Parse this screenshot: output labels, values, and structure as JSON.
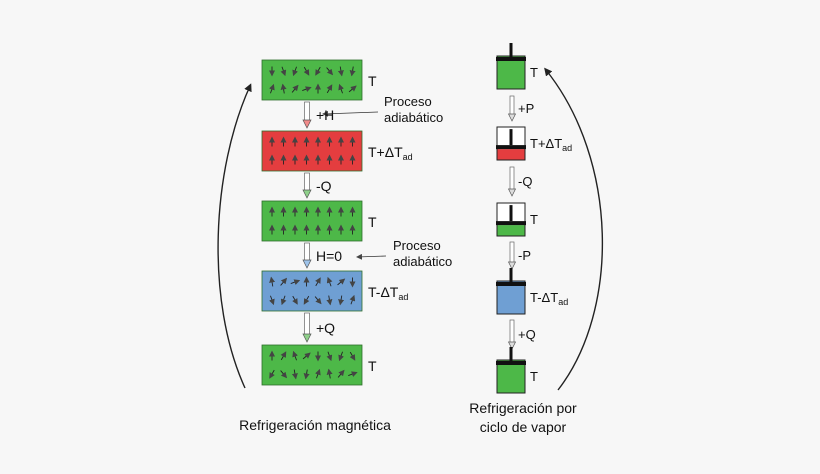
{
  "colors": {
    "green": "#4db848",
    "red": "#e43d3f",
    "blue": "#6f9fd3",
    "arrow_pink": "#f18a8a",
    "arrow_green": "#8ed08a",
    "arrow_blue": "#9ec3ea"
  },
  "magnetic": {
    "blocks": [
      {
        "state": "disordered",
        "color": "green",
        "temp_base": "T",
        "temp_sub": ""
      },
      {
        "state": "aligned",
        "color": "red",
        "temp_base": "T+ΔT",
        "temp_sub": "ad"
      },
      {
        "state": "aligned",
        "color": "green",
        "temp_base": "T",
        "temp_sub": ""
      },
      {
        "state": "disordered",
        "color": "blue",
        "temp_base": "T-ΔT",
        "temp_sub": "ad"
      },
      {
        "state": "disordered",
        "color": "green",
        "temp_base": "T",
        "temp_sub": ""
      }
    ],
    "steps": [
      {
        "label": "+H",
        "arrow_color": "arrow_pink"
      },
      {
        "label": "-Q",
        "arrow_color": "arrow_green"
      },
      {
        "label": "H=0",
        "arrow_color": "arrow_blue"
      },
      {
        "label": "+Q",
        "arrow_color": "arrow_green"
      }
    ],
    "notes": [
      {
        "line1": "Proceso",
        "line2": "adiabático"
      },
      {
        "line1": "Proceso",
        "line2": "adiabático"
      }
    ],
    "caption": "Refrigeración magnética"
  },
  "vapor": {
    "cylinders": [
      {
        "fill": "green",
        "fill_level": 1.0,
        "temp_base": "T",
        "temp_sub": ""
      },
      {
        "fill": "red",
        "fill_level": 0.33,
        "temp_base": "T+ΔT",
        "temp_sub": "ad"
      },
      {
        "fill": "green",
        "fill_level": 0.33,
        "temp_base": "T",
        "temp_sub": ""
      },
      {
        "fill": "blue",
        "fill_level": 1.0,
        "temp_base": "T-ΔT",
        "temp_sub": "ad"
      },
      {
        "fill": "green",
        "fill_level": 1.0,
        "temp_base": "T",
        "temp_sub": ""
      }
    ],
    "steps": [
      {
        "label": "+P"
      },
      {
        "label": "-Q"
      },
      {
        "label": "-P"
      },
      {
        "label": "+Q"
      }
    ],
    "caption_line1": "Refrigeración por",
    "caption_line2": "ciclo de vapor"
  }
}
